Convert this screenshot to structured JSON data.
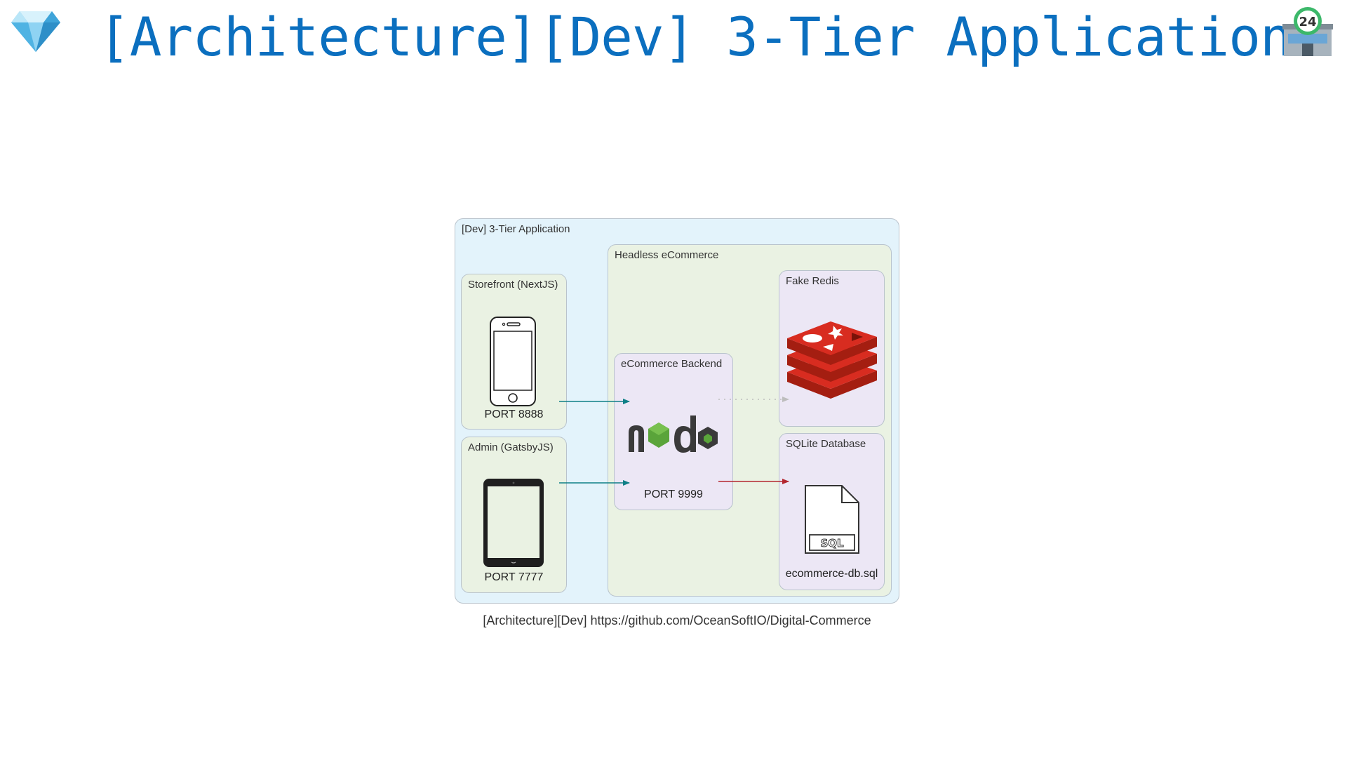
{
  "header": {
    "title": "[Architecture][Dev] 3-Tier Application",
    "left_icon": "gem-icon",
    "right_icon": "convenience-store-icon",
    "title_color": "#0b6fbf"
  },
  "diagram": {
    "outer_cluster": "[Dev] 3-Tier Application",
    "headless_cluster": "Headless eCommerce",
    "storefront": {
      "cluster": "Storefront (NextJS)",
      "icon": "smartphone-icon",
      "label": "PORT 8888"
    },
    "admin": {
      "cluster": "Admin (GatsbyJS)",
      "icon": "tablet-icon",
      "label": "PORT 7777"
    },
    "backend": {
      "cluster": "eCommerce Backend",
      "icon": "nodejs-logo-icon",
      "label": "PORT 9999"
    },
    "redis": {
      "cluster": "Fake Redis",
      "icon": "redis-logo-icon"
    },
    "sqlite": {
      "cluster": "SQLite Database",
      "icon": "sql-file-icon",
      "label": "ecommerce-db.sql"
    },
    "edges": [
      {
        "from": "storefront",
        "to": "backend",
        "style": "solid",
        "color": "#0e7f86"
      },
      {
        "from": "admin",
        "to": "backend",
        "style": "solid",
        "color": "#0e7f86"
      },
      {
        "from": "backend",
        "to": "redis",
        "style": "dotted",
        "color": "#bdbdbd"
      },
      {
        "from": "backend",
        "to": "sqlite",
        "style": "solid",
        "color": "#b3262f"
      }
    ],
    "colors": {
      "outer_fill": "#e3f3fb",
      "green_fill": "#eaf2e3",
      "purple_fill": "#ece7f5",
      "border": "#b9c3cc"
    }
  },
  "footer": {
    "caption": "[Architecture][Dev] https://github.com/OceanSoftIO/Digital-Commerce"
  }
}
